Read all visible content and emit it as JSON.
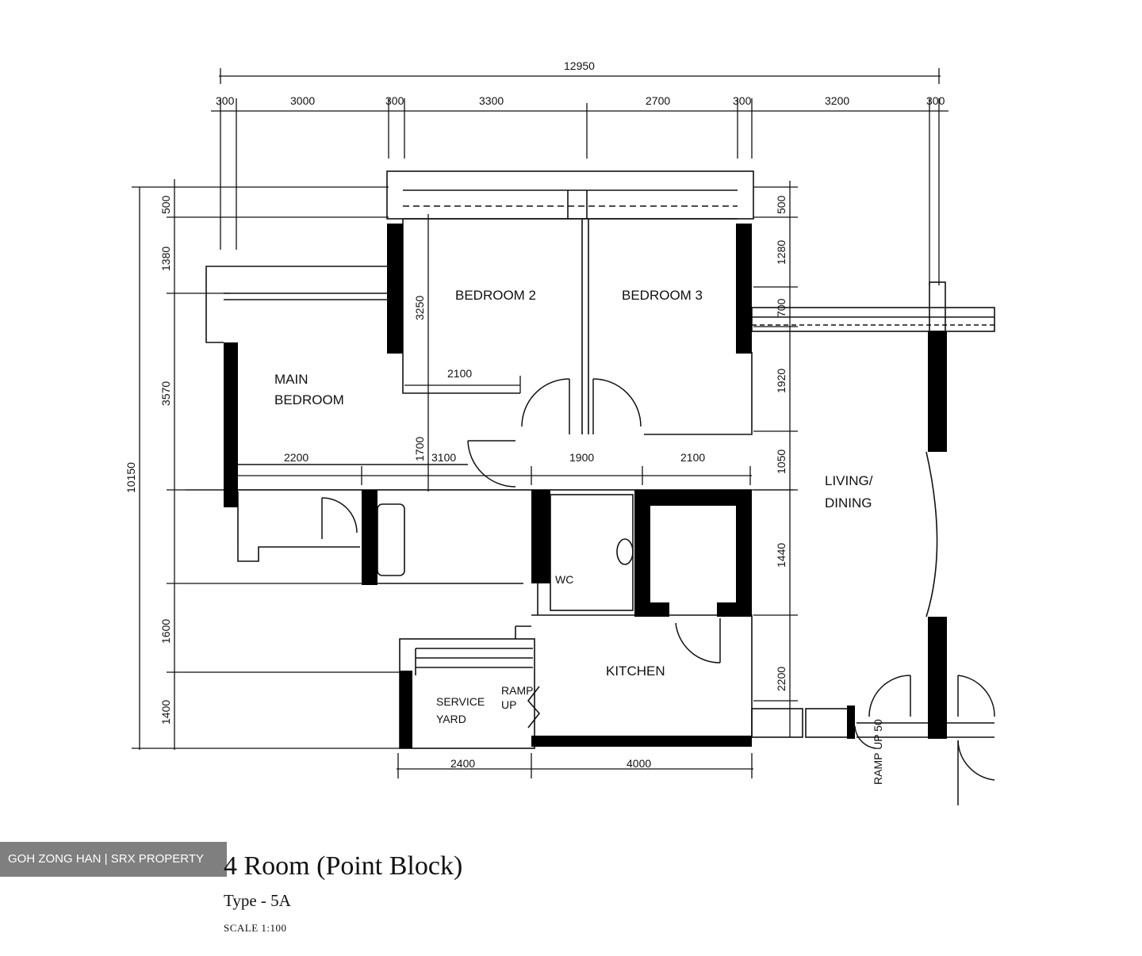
{
  "dimensions": {
    "overall_width": "12950",
    "top": [
      "300",
      "3000",
      "300",
      "3300",
      "2700",
      "300",
      "3200",
      "300"
    ],
    "left": [
      "500",
      "1380",
      "3570",
      "10150",
      "1600",
      "1400"
    ],
    "right": [
      "500",
      "1280",
      "700",
      "1920",
      "1050",
      "1440",
      "2200"
    ],
    "bottom": [
      "2400",
      "4000"
    ],
    "internal": [
      "3250",
      "2100",
      "1700",
      "2200",
      "3100",
      "1900",
      "2100"
    ]
  },
  "rooms": {
    "bedroom_2": "BEDROOM  2",
    "bedroom_3": "BEDROOM  3",
    "main_bedroom_line1": "MAIN",
    "main_bedroom_line2": "BEDROOM",
    "living_line1": "LIVING/",
    "living_line2": "DINING",
    "kitchen": "KITCHEN",
    "service_line1": "SERVICE",
    "service_line2": "YARD",
    "ramp_line1": "RAMP",
    "ramp_line2": "UP",
    "ramp2": "RAMP UP 50",
    "wc": "WC"
  },
  "watermark": "GOH ZONG HAN | SRX PROPERTY",
  "plan_title": "4 Room (Point Block)",
  "plan_type": "Type - 5A",
  "plan_scale": "SCALE  1:100"
}
